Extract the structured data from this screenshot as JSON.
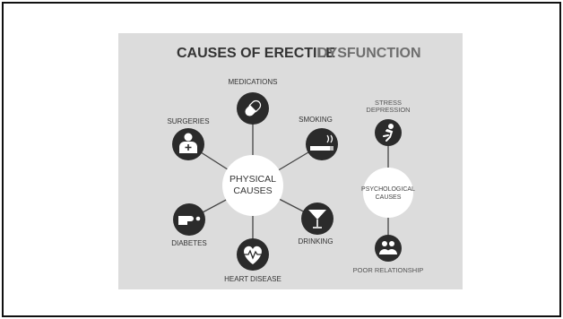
{
  "title": {
    "part1": "CAUSES OF ERECTILE",
    "part2": "DYSFUNCTION"
  },
  "physical": {
    "center_line1": "PHYSICAL",
    "center_line2": "CAUSES",
    "items": [
      {
        "label": "MEDICATIONS",
        "icon": "pill-icon"
      },
      {
        "label": "SMOKING",
        "icon": "cigarette-icon"
      },
      {
        "label": "DRINKING",
        "icon": "cocktail-glass-icon"
      },
      {
        "label": "HEART DISEASE",
        "icon": "heartbeat-icon"
      },
      {
        "label": "DIABETES",
        "icon": "finger-prick-icon"
      },
      {
        "label": "SURGERIES",
        "icon": "patient-icon"
      }
    ]
  },
  "psychological": {
    "center_line1": "PSYCHOLOGICAL",
    "center_line2": "CAUSES",
    "top_label_line1": "STRESS",
    "top_label_line2": "DEPRESSION",
    "top_icon": "stressed-person-icon",
    "bottom_label": "POOR RELATIONSHIP",
    "bottom_icon": "couple-icon"
  },
  "colors": {
    "panel": "#dcdcdc",
    "dark_circle": "#2b2b2b",
    "dark_text": "#333333",
    "accent_text": "#6e6e6e",
    "connector": "#444444"
  }
}
